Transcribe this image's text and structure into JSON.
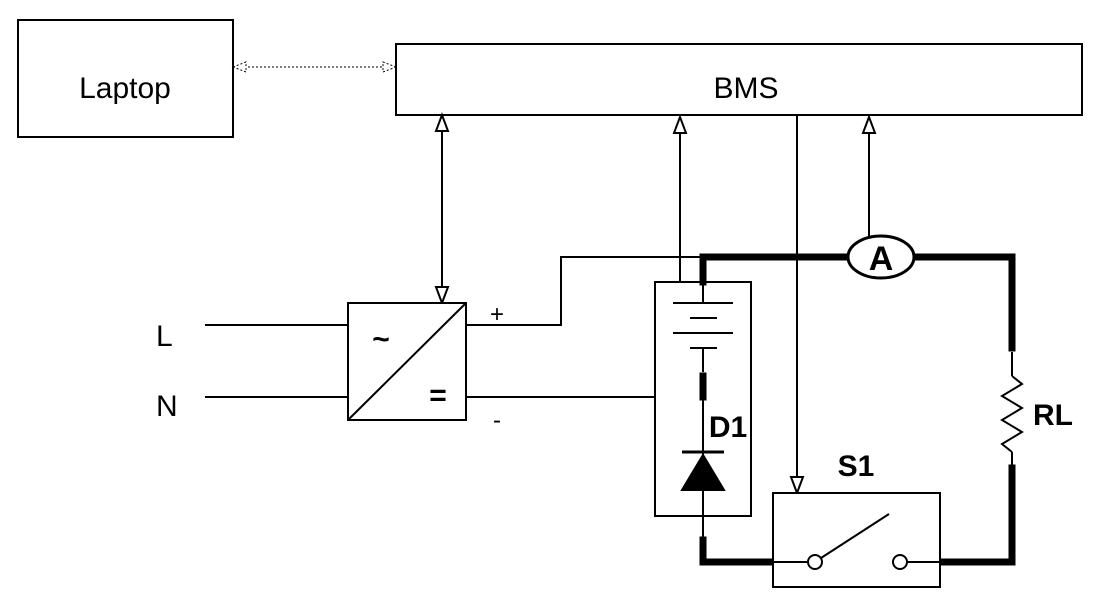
{
  "blocks": {
    "laptop": "Laptop",
    "bms": "BMS"
  },
  "terminals": {
    "line": "L",
    "neutral": "N",
    "plus": "+",
    "minus": "-"
  },
  "converter": {
    "ac_symbol": "~",
    "dc_symbol": "="
  },
  "components": {
    "ammeter": "A",
    "diode": "D1",
    "load_resistor": "RL",
    "switch": "S1"
  },
  "colors": {
    "line": "#000000",
    "background": "#ffffff"
  }
}
